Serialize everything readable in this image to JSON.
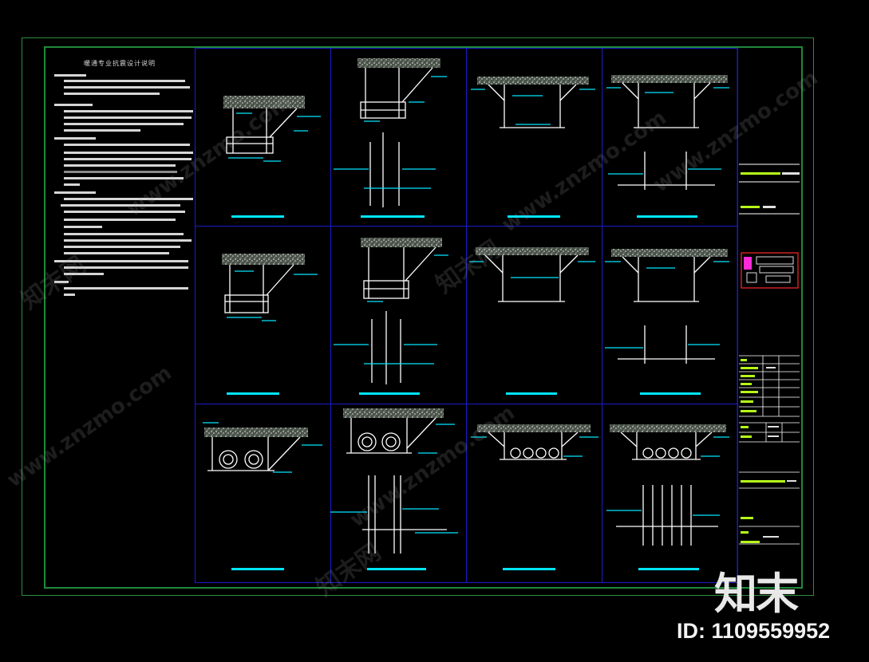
{
  "drawing": {
    "notes_title": "暖通专业抗震设计说明"
  },
  "watermark": {
    "logo_text": "知末",
    "id_text": "ID: 1109559952",
    "site_text": "www.znzmo.com",
    "brand_text": "知末网"
  },
  "colors": {
    "background": "#000000",
    "frame": "#1f8a3a",
    "grid": "#1c1ccc",
    "leader": "#00e5ff",
    "slab": "#9aa89a",
    "stamp": "#ff2a2a",
    "titleblock_fill": "#b6ff1a"
  }
}
